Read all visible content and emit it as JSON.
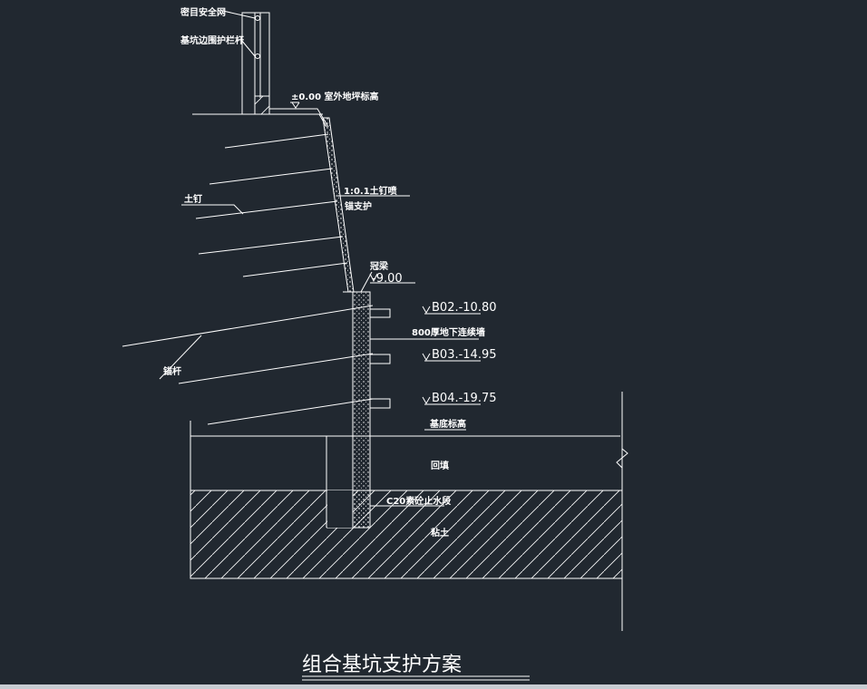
{
  "labels": {
    "safety_net": "密目安全网",
    "guardrail": "基坑边围护栏杆",
    "ground_elev": "±0.00 室外地坪标高",
    "slope_spray": "1:0.1土钉喷",
    "slope_spray_2": "锚支护",
    "soil_nail": "土钉",
    "crown_beam": "冠梁",
    "crown_elev": "-9.00",
    "b02": "B02.-10.80",
    "wall": "800厚地下连续墙",
    "b03": "B03.-14.95",
    "anchor": "锚杆",
    "b04": "B04.-19.75",
    "pit_bottom": "基底标高",
    "fill": "回填",
    "c20": "C20素砼止水段",
    "clay": "粘土"
  },
  "title": "组合基坑支护方案",
  "colors": {
    "background": "#212830",
    "line": "#ffffff"
  }
}
